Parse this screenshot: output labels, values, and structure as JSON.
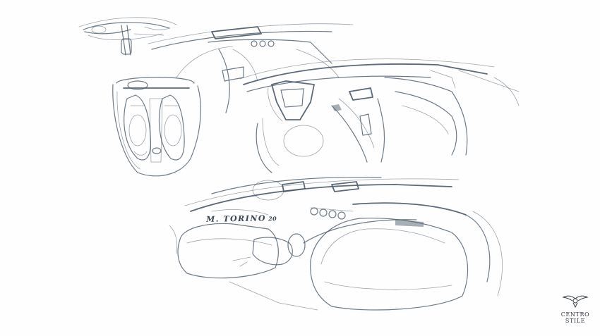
{
  "signature": {
    "text": "M. TORINO",
    "year": "20"
  },
  "brand": {
    "name": "CENTRO STILE",
    "logo_icon": "winged-emblem-icon"
  },
  "colors": {
    "background": "#fefefe",
    "pencil": "#4a5a6a",
    "brand_text": "#2e3440"
  },
  "drawings": [
    "interior-top-view-sketch",
    "interior-seats-plan-sketch",
    "dashboard-steering-sketch",
    "cockpit-perspective-sketch"
  ]
}
